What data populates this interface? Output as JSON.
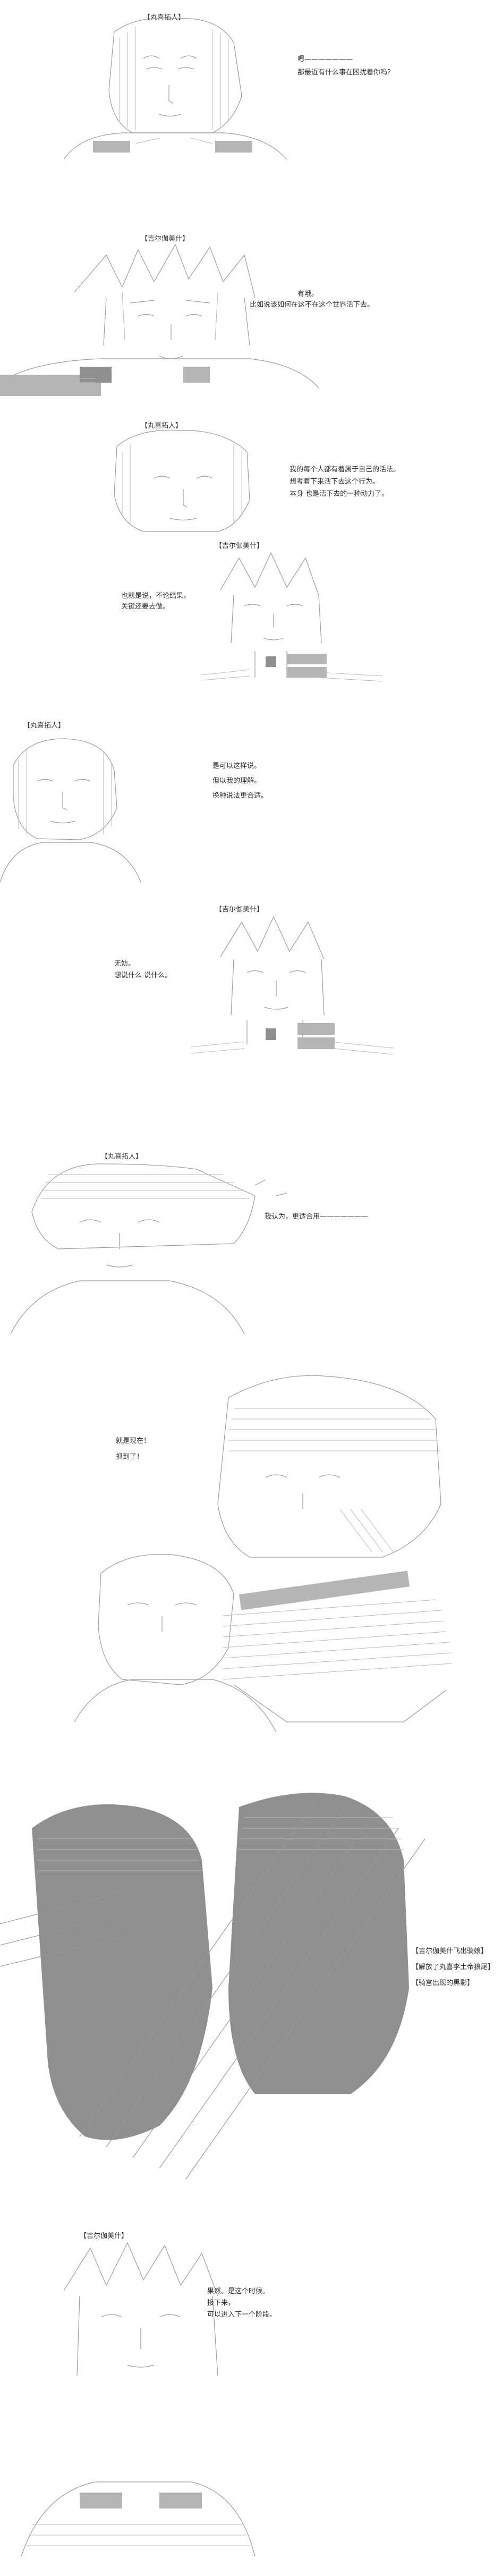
{
  "panels": [
    {
      "speaker": "【丸喜拓人】",
      "lines": [
        "嗯———————",
        "那最近有什么事在困扰着你吗？"
      ]
    },
    {
      "speaker": "【吉尔伽美什】",
      "lines": [
        "有哦。",
        "比如说该如何在这不在这个世界活下去。"
      ]
    },
    {
      "speaker": "【丸喜拓人】",
      "lines": [
        "我的每个人都有着属于自己的活法。",
        "想考着下来活下去这个行为。",
        "本身 也是活下去的一种动力了。"
      ]
    },
    {
      "speaker": "【吉尔伽美什】",
      "lines": [
        "也就是说，不论结果，",
        "关键还要去做。"
      ]
    },
    {
      "speaker": "【丸喜拓人】",
      "lines": [
        "是可以这样说。",
        "但以我的理解。",
        "换种说法更合适。"
      ]
    },
    {
      "speaker": "【吉尔伽美什】",
      "lines": [
        "无妨。",
        "想说什么 说什么。"
      ]
    },
    {
      "speaker": "【丸喜拓人】",
      "lines": [
        "我认为，更适合用———————"
      ]
    },
    {
      "speaker": "",
      "lines": [
        "就是现在！",
        "抓到了！"
      ]
    },
    {
      "speaker": "",
      "lines": [
        "【吉尔伽美什飞出骑娘】",
        "【解放了丸喜李土帝狼尾】",
        "【骑宫出现的黑影】"
      ]
    },
    {
      "speaker": "【吉尔伽美什】",
      "lines": [
        "果然。是这个时候。",
        "接下来，",
        "可以进入下一个阶段。"
      ]
    }
  ]
}
